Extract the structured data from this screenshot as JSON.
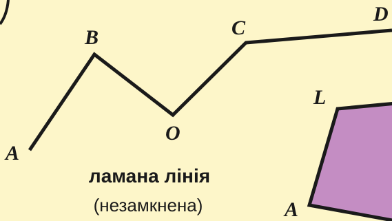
{
  "polyline": {
    "points": {
      "A": "A",
      "B": "B",
      "O": "O",
      "C": "C",
      "D": "D"
    }
  },
  "polygon": {
    "points": {
      "L": "L",
      "A": "A"
    },
    "fill_color": "#c48dc3"
  },
  "caption": {
    "title": "ламана лінія",
    "subtitle": "(незамкнена)"
  },
  "colors": {
    "background": "#fdf6c9",
    "line": "#1a1a1a"
  }
}
